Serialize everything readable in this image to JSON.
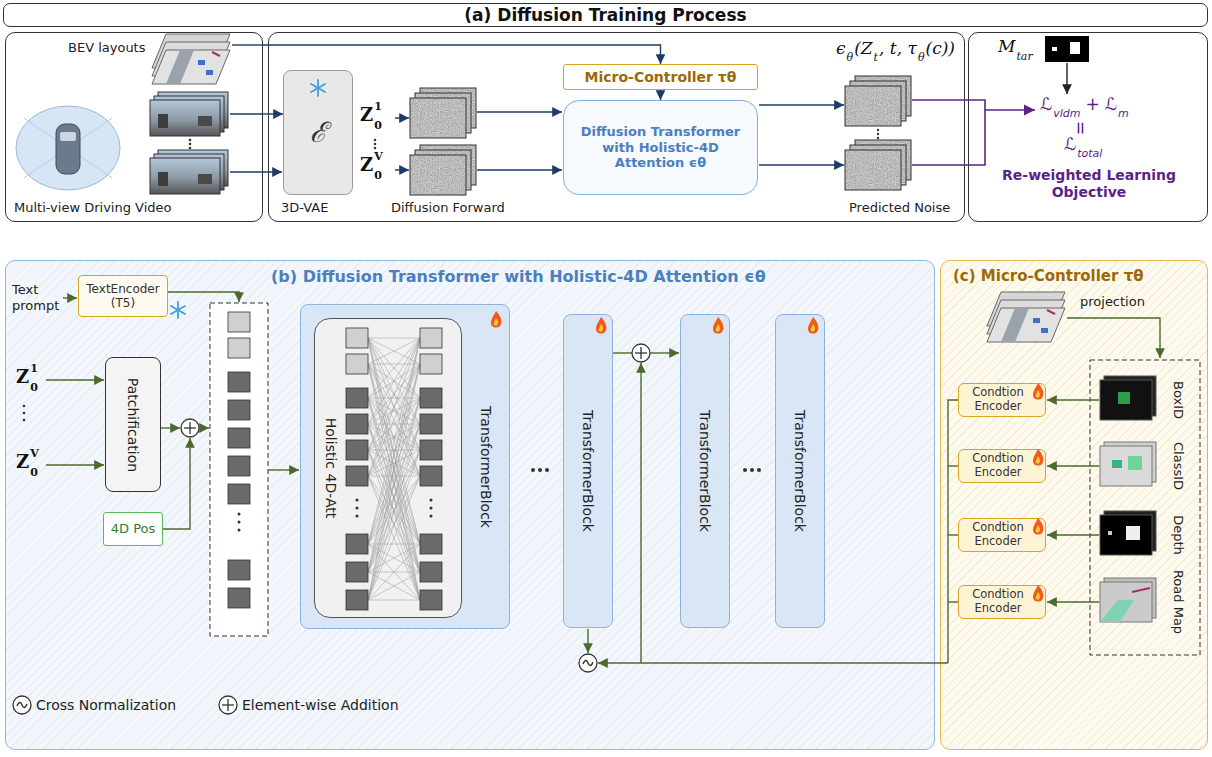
{
  "diagram": {
    "nodes": [
      {
        "text": [
          "(a) Diffusion Training Process"
        ]
      },
      {
        "text": [
          "BEV layouts",
          "Multi-view Driving Video"
        ]
      },
      {
        "text": [
          "3D-VAE",
          "Diffusion Forward",
          "Predicted Noise"
        ]
      },
      {
        "text": [
          "ℰ"
        ],
        "in": 2
      },
      {
        "text": [
          "Micro-Controller τθ"
        ],
        "in": 2
      },
      {
        "text": [
          "Diffusion Transformer with Holistic-4D Attention ϵθ"
        ],
        "in": 2
      },
      {
        "text": [
          "Re-weighted Learning Objective"
        ]
      },
      {
        "text": [
          "(b) Diffusion Transformer with Holistic-4D Attention ϵθ"
        ]
      },
      {
        "text": [
          "TextEncoder (T5)"
        ],
        "in": 7
      },
      {
        "text": [
          "Patchification"
        ],
        "in": 7
      },
      {
        "text": [
          "4D Pos"
        ],
        "in": 7
      },
      {
        "text": [
          "TransformerBlock"
        ],
        "in": 7
      },
      {
        "text": [
          "Holistic 4D-Att"
        ],
        "in": 11
      },
      {
        "text": [
          "TransformerBlock"
        ],
        "in": 7
      },
      {
        "text": [
          "TransformerBlock"
        ],
        "in": 7
      },
      {
        "text": [
          "TransformerBlock"
        ],
        "in": 7
      },
      {
        "text": [
          "(c) Micro-Controller τθ"
        ]
      },
      {
        "text": [
          "Condtion Encoder"
        ],
        "in": 16
      },
      {
        "text": [
          "Condtion Encoder"
        ],
        "in": 16
      },
      {
        "text": [
          "Condtion Encoder"
        ],
        "in": 16
      },
      {
        "text": [
          "Condtion Encoder"
        ],
        "in": 16
      }
    ],
    "edges": [
      {
        "from": 1,
        "to": 3,
        "arrow": "to"
      },
      {
        "from": 1,
        "to": 4,
        "arrow": "to"
      },
      {
        "from": 4,
        "to": 5,
        "arrow": "to"
      }
    ],
    "labels": [
      "Z",
      "0",
      "1",
      "Z",
      "0",
      "V",
      "ϵ",
      "θ",
      "(Z",
      "t",
      ", t, τ",
      "θ",
      "(c))",
      "M",
      "tar",
      "ℒ",
      "vldm",
      "+",
      "ℒ",
      "m",
      "=",
      "ℒ",
      "total",
      "Text prompt",
      "Z",
      "0",
      "1",
      "Z",
      "0",
      "V",
      "projection",
      "BoxID",
      "ClassID",
      "Depth",
      "Road Map"
    ],
    "legend": [
      {
        "text": "Cross Normalization"
      },
      {
        "text": "Element-wise Addition"
      }
    ]
  }
}
